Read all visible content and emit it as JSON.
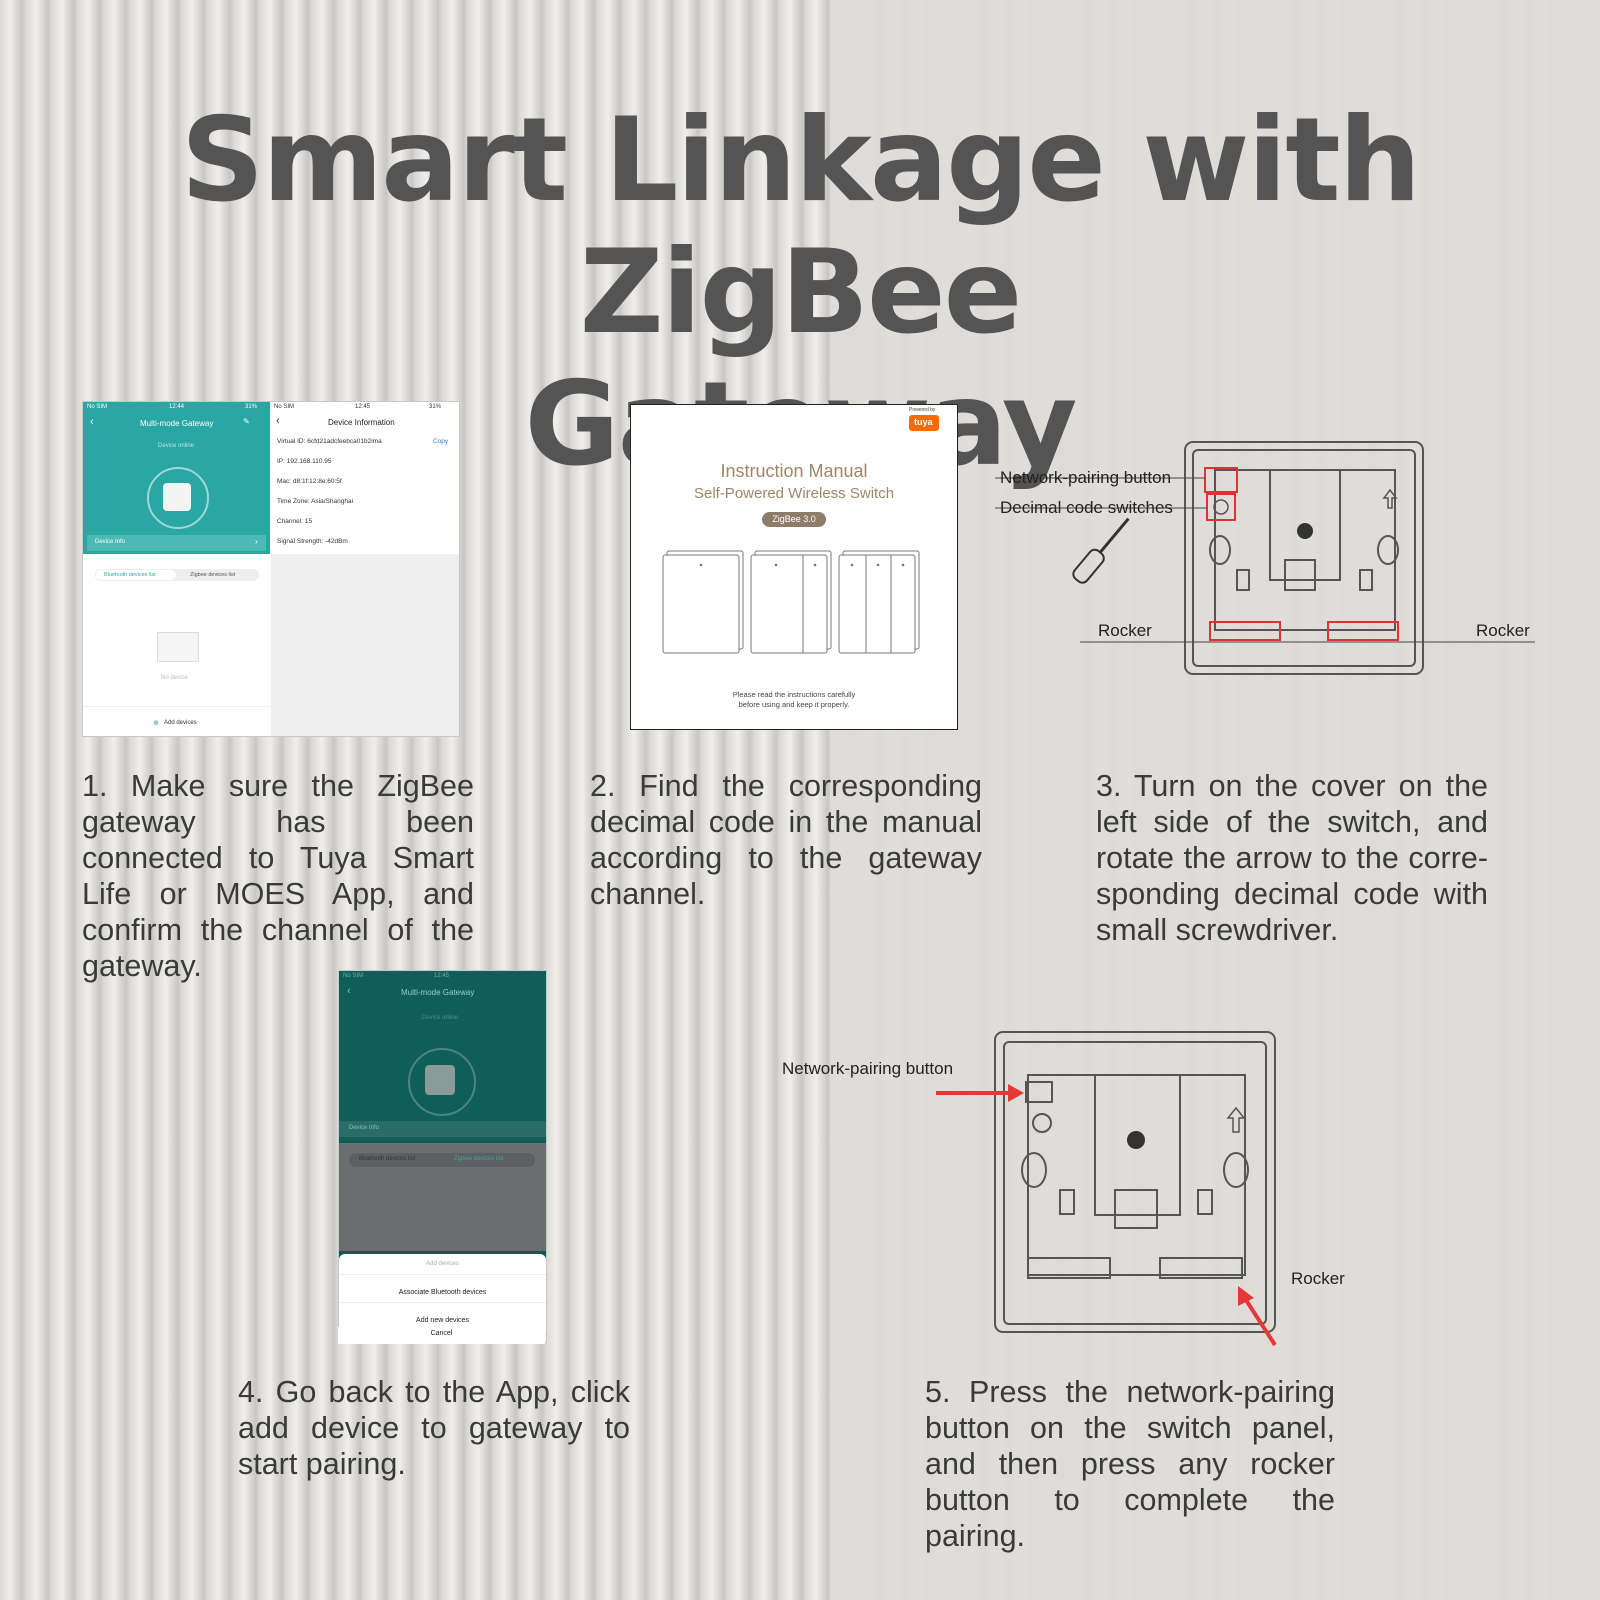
{
  "title": {
    "line1": "Smart Linkage with ZigBee",
    "line2": "Gateway"
  },
  "steps": [
    {
      "text": "1. Make sure the ZigBee gateway has been connected to Tuya Smart Life or MOES App, and confirm the channel of the gateway."
    },
    {
      "text": "2. Find the corresponding decimal code in the manual according to the gateway channel."
    },
    {
      "text": "3. Turn on the cover on the left side of the switch, and rotate the arrow to the corre-sponding decimal code with small screwdriver."
    },
    {
      "text": "4. Go back to the App, click add device to gateway to start pairing."
    },
    {
      "text": "5. Press the network-pairing button on the switch panel, and then press any rocker button to complete the pairing."
    }
  ],
  "app_screen1": {
    "status_left": "No SIM",
    "time": "12:44",
    "battery": "31%",
    "title": "Multi-mode Gateway",
    "online": "Device online",
    "device_info": "Device Info",
    "tab_bt": "Bluetooth devices list",
    "tab_zb": "Zigbee devices list",
    "no_device": "No device",
    "add_devices": "Add devices"
  },
  "app_screen2": {
    "status_left": "No SIM",
    "time": "12:45",
    "battery": "31%",
    "title": "Device Information",
    "virtual_id_label": "Virtual ID:",
    "virtual_id": "6cfd21adcfeebca01b2ima",
    "copy": "Copy",
    "ip_label": "IP:",
    "ip": "192.168.110.95",
    "mac_label": "Mac:",
    "mac": "d8:1f:12:8e:60:5f",
    "tz_label": "Time Zone:",
    "tz": "Asia/Shanghai",
    "channel_label": "Channel:",
    "channel": "15",
    "signal_label": "Signal Strength:",
    "signal": "-42dBm"
  },
  "manual": {
    "powered_by": "Powered by",
    "brand": "tuya",
    "heading": "Instruction Manual",
    "subheading": "Self-Powered Wireless Switch",
    "badge": "ZigBee 3.0",
    "footer1": "Please read the instructions carefully",
    "footer2": "before using and keep it properly."
  },
  "diagram1": {
    "pairing": "Network-pairing button",
    "decimal": "Decimal code switches",
    "rocker_left": "Rocker",
    "rocker_right": "Rocker"
  },
  "app_screen3": {
    "status_left": "No SIM",
    "time": "12:45",
    "title": "Multi-mode Gateway",
    "online": "Device online",
    "device_info": "Device Info",
    "tab_bt": "Bluetooth devices list",
    "tab_zb": "Zigbee devices list",
    "sheet_title": "Add devices",
    "opt1": "Associate Bluetooth devices",
    "opt2": "Add new devices",
    "cancel": "Cancel"
  },
  "diagram2": {
    "pairing": "Network-pairing button",
    "rocker": "Rocker"
  },
  "colors": {
    "teal": "#27a9a6",
    "arrow": "#e53935",
    "title": "#545454",
    "brand": "#ff6a00"
  }
}
